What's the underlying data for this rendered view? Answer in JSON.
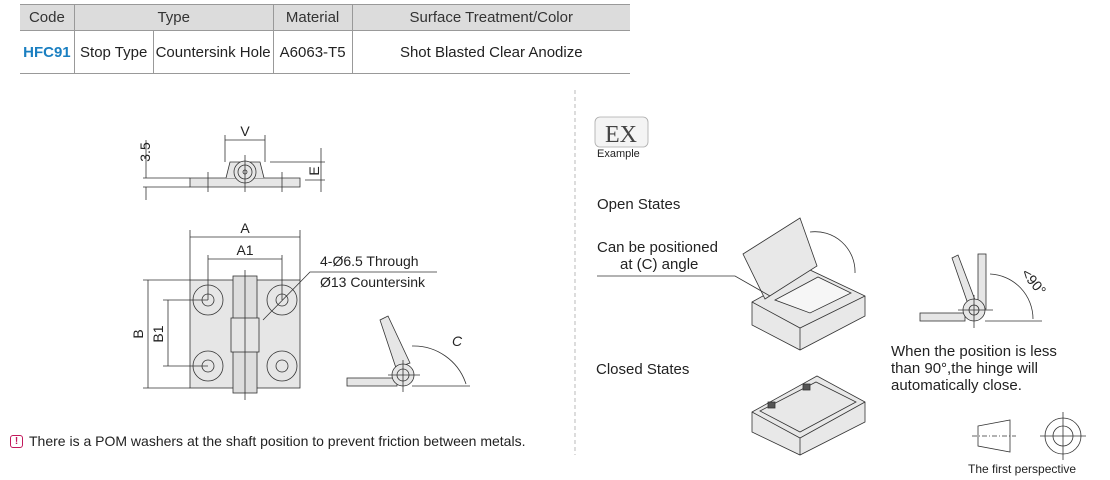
{
  "table": {
    "headers": {
      "code": "Code",
      "type": "Type",
      "material": "Material",
      "surface": "Surface Treatment/Color"
    },
    "row": {
      "code": "HFC91",
      "type1": "Stop Type",
      "type2": "Countersink Hole",
      "material": "A6063-T5",
      "surface": "Shot Blasted Clear Anodize"
    }
  },
  "drawing": {
    "dim_3_5": "3.5",
    "dim_v": "V",
    "dim_e": "E",
    "dim_a": "A",
    "dim_a1": "A1",
    "dim_b": "B",
    "dim_b1": "B1",
    "dim_c": "C",
    "callout_line1": "4-Ø6.5 Through",
    "callout_line2": "Ø13 Countersink"
  },
  "example": {
    "icon_text": "EX",
    "label": "Example",
    "open_states": "Open States",
    "positioned_line1": "Can be positioned",
    "positioned_line2": "at (C) angle",
    "closed_states": "Closed States",
    "angle_label": "<90°",
    "auto_close_line1": "When the position is less",
    "auto_close_line2": "than 90°,the hinge will",
    "auto_close_line3": "automatically close.",
    "projection_label": "The first perspective"
  },
  "notice": {
    "icon": "exclamation-icon",
    "text": "There is a POM washers at the shaft position to prevent friction between metals."
  },
  "colors": {
    "code_header": "#8b2a6b",
    "code_value": "#1a7fc1",
    "notice_icon": "#c2185b"
  }
}
